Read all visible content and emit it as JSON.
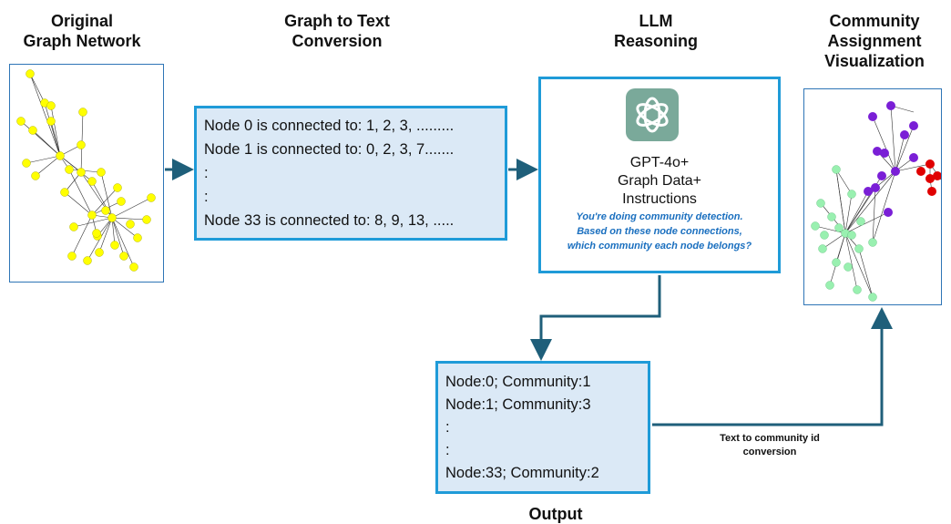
{
  "titles": {
    "original_l1": "Original",
    "original_l2": "Graph Network",
    "conversion_l1": "Graph to Text",
    "conversion_l2": "Conversion",
    "llm_l1": "LLM",
    "llm_l2": "Reasoning",
    "community_l1": "Community",
    "community_l2": "Assignment",
    "community_l3": "Visualization",
    "output": "Output"
  },
  "graph_text": [
    "Node 0 is connected to: 1, 2, 3, .........",
    "Node 1 is connected to: 0, 2, 3, 7.......",
    ":",
    ":",
    "Node 33 is connected to: 8, 9, 13, ....."
  ],
  "llm": {
    "line1": "GPT-4o+",
    "line2": "Graph Data+",
    "line3": "Instructions",
    "prompt1": "You're doing community detection.",
    "prompt2": "Based on these node connections,",
    "prompt3": "which community each node belongs?"
  },
  "output_lines": [
    "Node:0; Community:1",
    "Node:1; Community:3",
    ":",
    ":",
    "Node:33; Community:2"
  ],
  "edge_label_l1": "Text to community id",
  "edge_label_l2": "conversion",
  "colors": {
    "arrow": "#1f5f7a",
    "box_border": "#1f9bd8",
    "box_fill": "#dbe9f6",
    "node_yellow": "#ffff00",
    "node_purple": "#7a1fd6",
    "node_red": "#e00000",
    "node_green": "#99f0b0"
  }
}
